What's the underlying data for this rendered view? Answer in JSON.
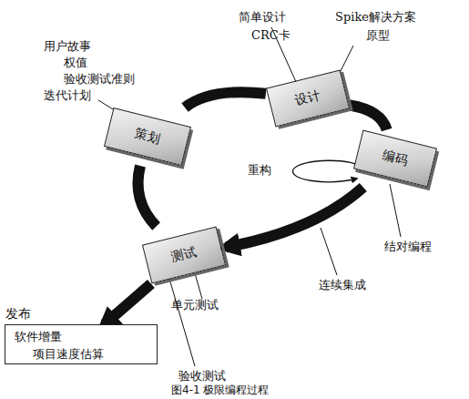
{
  "diagram": {
    "caption": "图4-1 极限编程过程",
    "nodes": [
      {
        "text": [
          "策划"
        ]
      },
      {
        "text": [
          "设计"
        ]
      },
      {
        "text": [
          "编码"
        ]
      },
      {
        "text": [
          "测试"
        ]
      },
      {
        "text": [
          "发布",
          "软件增量",
          "项目速度估算"
        ]
      }
    ],
    "edges": [
      {
        "from": 0,
        "to": 1,
        "arrow": "none"
      },
      {
        "from": 1,
        "to": 2,
        "arrow": "none"
      },
      {
        "from": 2,
        "to": 3,
        "arrow": "to"
      },
      {
        "from": 3,
        "to": 0,
        "arrow": "none"
      },
      {
        "from": 3,
        "to": 4,
        "arrow": "to"
      }
    ],
    "labels": [
      "用户故事",
      "权值",
      "验收测试准则",
      "迭代计划",
      "简单设计",
      "CRC卡",
      "Spike解决方案",
      "原型",
      "重构",
      "结对编程",
      "连续集成",
      "单元测试",
      "验收测试"
    ]
  }
}
